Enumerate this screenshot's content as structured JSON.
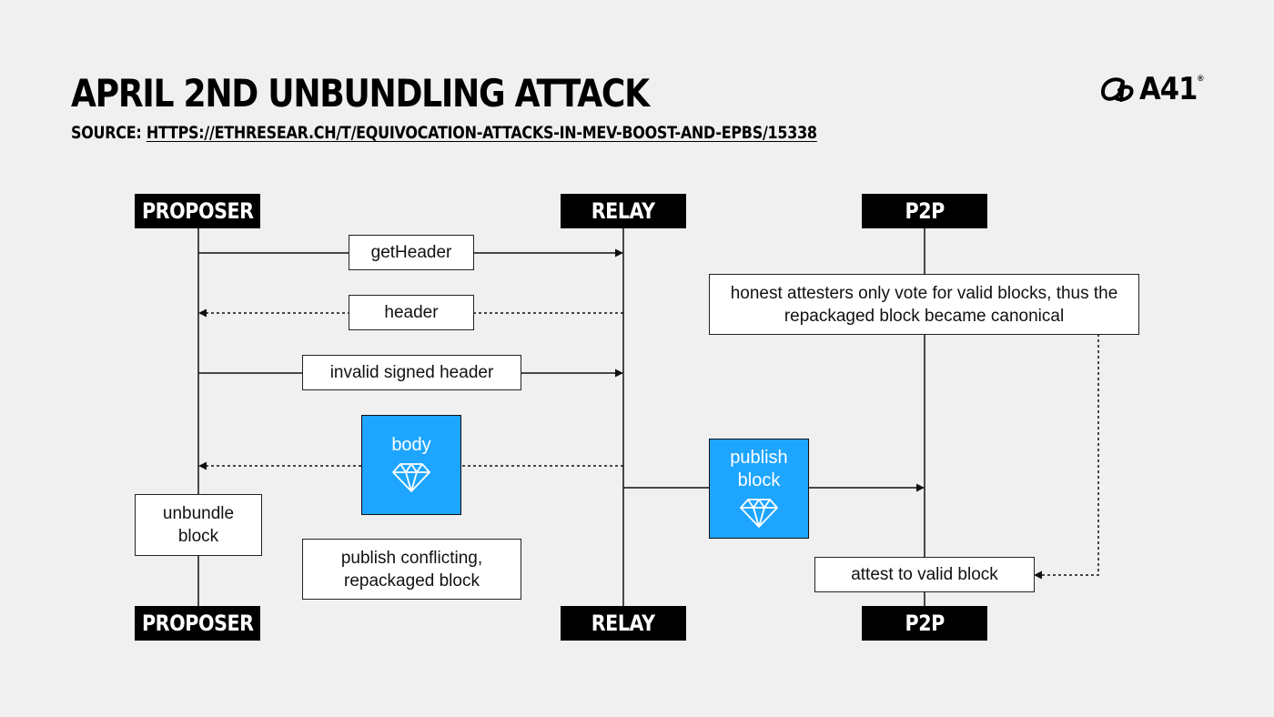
{
  "header": {
    "title": "APRIL 2ND UNBUNDLING ATTACK",
    "source_prefix": "SOURCE: ",
    "source_url": "HTTPS://ETHRESEAR.CH/T/EQUIVOCATION-ATTACKS-IN-MEV-BOOST-AND-EPBS/15338",
    "logo_text": "A41",
    "logo_reg": "®"
  },
  "actors": {
    "proposer": "PROPOSER",
    "relay": "RELAY",
    "p2p": "P2P"
  },
  "messages": {
    "get_header": "getHeader",
    "header": "header",
    "invalid_signed_header": "invalid signed header",
    "body": "body",
    "publish_block": "publish\nblock",
    "unbundle_block": "unbundle block",
    "publish_conflicting": "publish conflicting, repackaged block",
    "honest_attesters": "honest attesters only vote for valid blocks, thus the repackaged block became canonical",
    "attest_valid": "attest to valid block"
  },
  "icons": {
    "gem": "diamond-icon",
    "logo": "a41-logo-icon"
  },
  "colors": {
    "background": "#f0f0f0",
    "accent_blue": "#1ea5ff",
    "actor_bg": "#000000"
  }
}
